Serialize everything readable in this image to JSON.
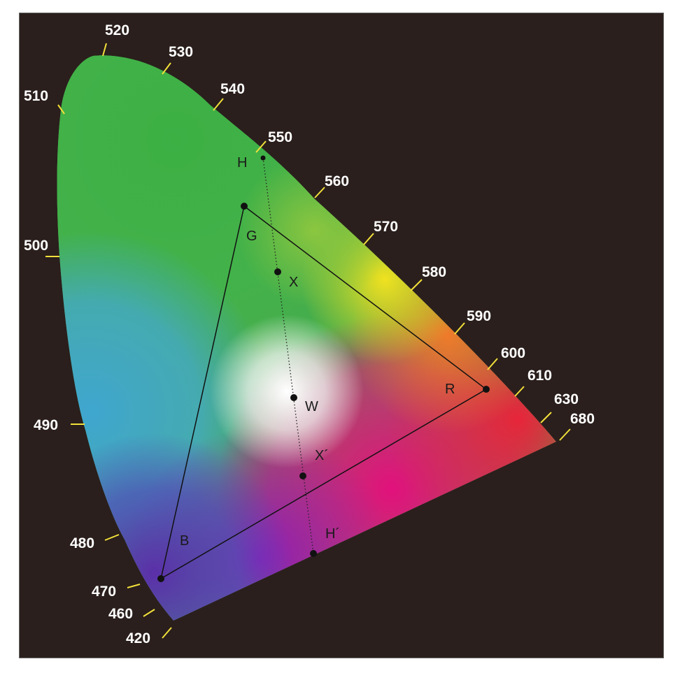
{
  "wavelength_labels": [
    {
      "id": "520",
      "text": "520"
    },
    {
      "id": "530",
      "text": "530"
    },
    {
      "id": "510",
      "text": "510"
    },
    {
      "id": "540",
      "text": "540"
    },
    {
      "id": "550",
      "text": "550"
    },
    {
      "id": "560",
      "text": "560"
    },
    {
      "id": "570",
      "text": "570"
    },
    {
      "id": "500",
      "text": "500"
    },
    {
      "id": "580",
      "text": "580"
    },
    {
      "id": "590",
      "text": "590"
    },
    {
      "id": "600",
      "text": "600"
    },
    {
      "id": "610",
      "text": "610"
    },
    {
      "id": "630",
      "text": "630"
    },
    {
      "id": "680",
      "text": "680"
    },
    {
      "id": "490",
      "text": "490"
    },
    {
      "id": "480",
      "text": "480"
    },
    {
      "id": "470",
      "text": "470"
    },
    {
      "id": "460",
      "text": "460"
    },
    {
      "id": "420",
      "text": "420"
    }
  ],
  "points": {
    "H": "H",
    "G": "G",
    "X": "X",
    "W": "W",
    "R": "R",
    "X_prime": "X´",
    "B": "B",
    "H_prime": "H´"
  },
  "colors": {
    "background": "#2a1f1c",
    "tick": "#f2e03a",
    "frame": "#6a6a6a"
  }
}
